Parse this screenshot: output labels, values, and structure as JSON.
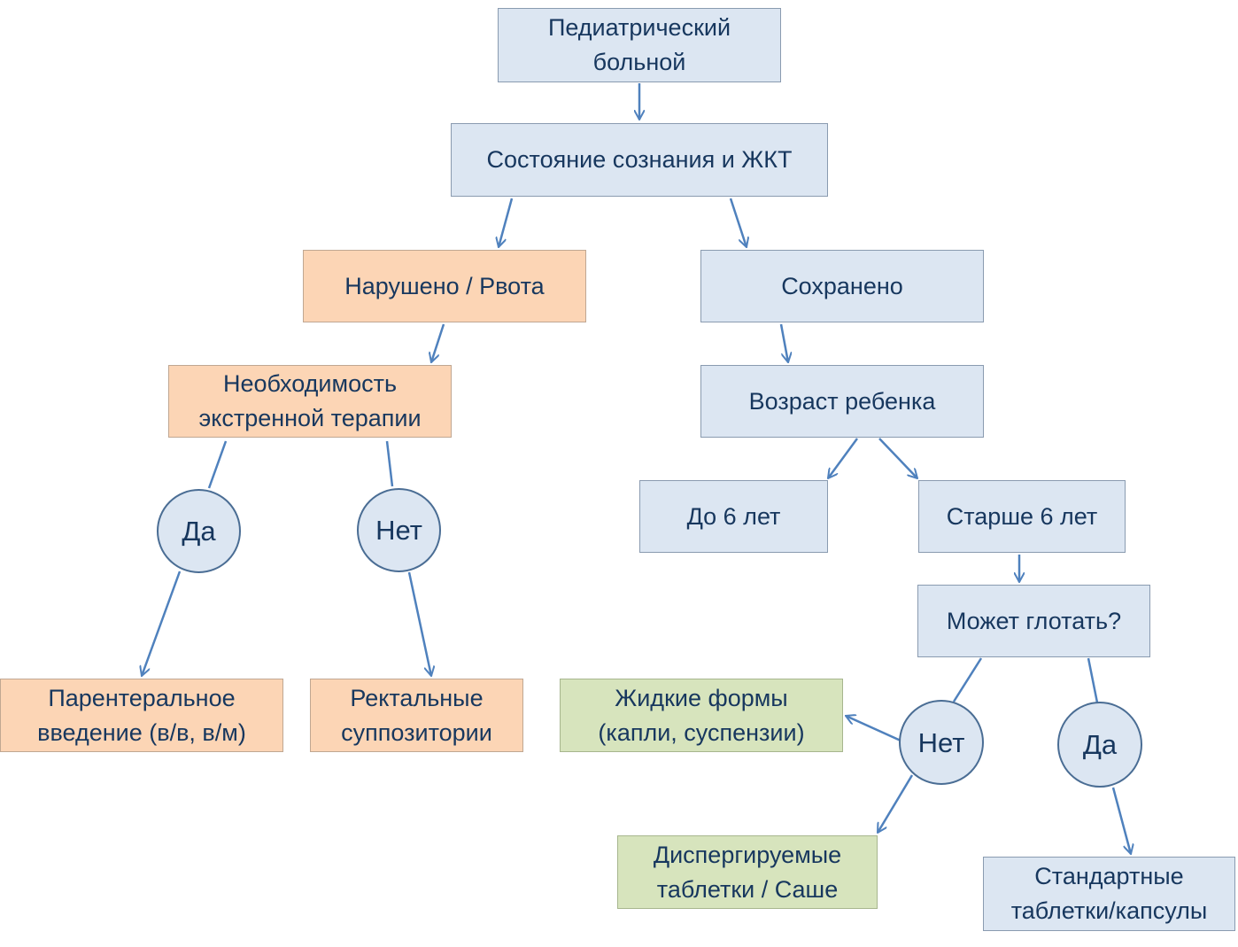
{
  "colors": {
    "arrow": "#4f81bd",
    "text": "#17375e",
    "box_blue": "#dce6f2",
    "box_orange": "#fcd5b5",
    "box_green": "#d7e4bd"
  },
  "nodes": {
    "patient": "Педиатрический\nбольной",
    "consciousness": "Состояние сознания и ЖКТ",
    "impaired": "Нарушено / Рвота",
    "preserved": "Сохранено",
    "emergency": "Необходимость\nэкстренной терапии",
    "age": "Возраст ребенка",
    "yes_emergency": "Да",
    "no_emergency": "Нет",
    "under6": "До 6 лет",
    "over6": "Старше 6 лет",
    "swallow": "Может глотать?",
    "parenteral": "Парентеральное\nвведение (в/в, в/м)",
    "rectal": "Ректальные\nсуппозитории",
    "liquid": "Жидкие формы\n(капли, суспензии)",
    "no_swallow": "Нет",
    "yes_swallow": "Да",
    "dispersible": "Диспергируемые\nтаблетки / Саше",
    "standard": "Стандартные\nтаблетки/капсулы"
  }
}
